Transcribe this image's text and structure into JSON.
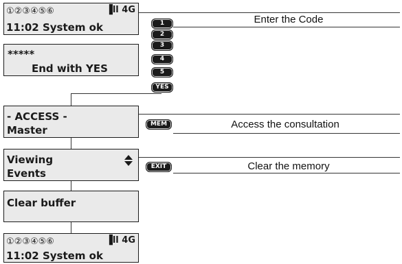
{
  "screens": {
    "home": {
      "zones": "①②③④⑤⑥",
      "signal": "▐ll 4G",
      "status": "11:02  System ok"
    },
    "code": {
      "line1": "*****",
      "line2": "End with YES"
    },
    "access": {
      "line1": "- ACCESS -",
      "line2": "Master"
    },
    "viewing": {
      "line1": "Viewing",
      "line2": "Events",
      "arrows_icon": "up-down-arrows"
    },
    "clear": {
      "line1": "Clear buffer"
    },
    "home_final": {
      "zones": "①②③④⑤⑥",
      "signal": "▐ll 4G",
      "status": "11:02  System ok"
    }
  },
  "keys": {
    "digits": [
      "1",
      "2",
      "3",
      "4",
      "5"
    ],
    "yes": "YES",
    "mem": "MEM",
    "exit": "EXIT"
  },
  "captions": {
    "enter_code": "Enter the Code",
    "access_consultation": "Access the consultation",
    "clear_memory": "Clear the memory"
  },
  "colors": {
    "lcd_bg": "#eaeaea",
    "key_bg": "#1a1a1a",
    "line": "#333333"
  }
}
